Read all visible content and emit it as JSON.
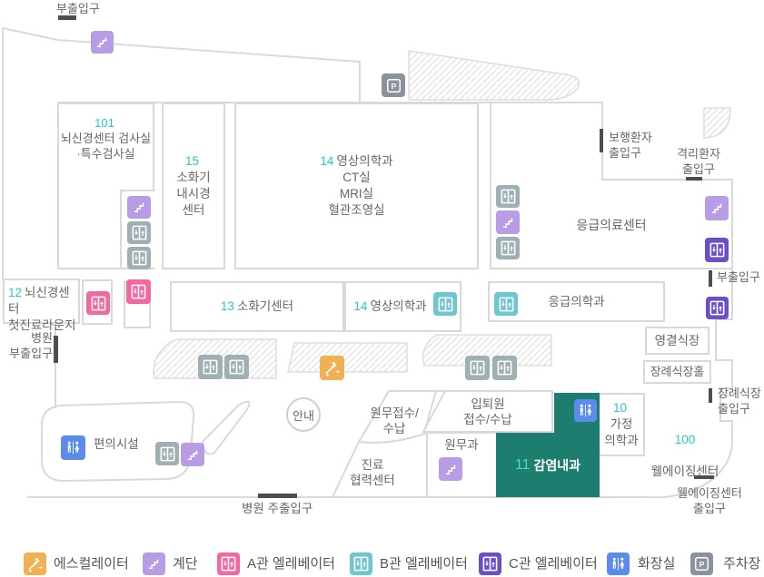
{
  "entrances": {
    "top_side": "부출입구",
    "walking_patient": "보행환자\n출입구",
    "isolation_patient": "격리환자\n출입구",
    "right_side": "부출입구",
    "hospital_side": "병원\n부출입구",
    "funeral": "장례식장\n출입구",
    "wellaging": "웰에이징센터\n출입구",
    "main": "병원 주출입구"
  },
  "rooms": {
    "r101": {
      "number": "101",
      "name": "뇌신경센터 검사실\n·특수검사실"
    },
    "r15": {
      "number": "15",
      "name": "소화기\n내시경\n센터"
    },
    "r14_main": {
      "number": "14",
      "name": "영상의학과",
      "detail": "CT실\nMRI실\n혈관조영실"
    },
    "emergency_center": {
      "name": "응급의료센터"
    },
    "r12": {
      "number": "12",
      "name": "뇌신경센터\n첫진료라운지"
    },
    "r13": {
      "number": "13",
      "name": "소화기센터"
    },
    "r14_small": {
      "number": "14",
      "name": "영상의학과"
    },
    "emergency_dept": {
      "name": "응급의학과"
    },
    "memorial": {
      "name": "영결식장"
    },
    "funeral_hall": {
      "name": "장례식장홀"
    },
    "r10": {
      "number": "10",
      "name": "가정\n의학과"
    },
    "r100": {
      "number": "100",
      "name": "웰에이징센터"
    },
    "r11": {
      "number": "11",
      "name": "감염내과"
    },
    "convenience": {
      "name": "편의시설"
    },
    "info": {
      "name": "안내"
    },
    "admin_reception": {
      "name": "원무접수/\n수납"
    },
    "admission": {
      "name": "입퇴원\n접수/수납"
    },
    "admin_office": {
      "name": "원무과"
    },
    "cooperation": {
      "name": "진료\n협력센터"
    }
  },
  "legend": [
    {
      "icon": "escalator",
      "label": "에스컬레이터"
    },
    {
      "icon": "stairs",
      "label": "계단"
    },
    {
      "icon": "elevator",
      "label": "A관 엘레베이터"
    },
    {
      "icon": "elevator",
      "label": "B관 엘레베이터"
    },
    {
      "icon": "elevator",
      "label": "C관 엘레베이터"
    },
    {
      "icon": "restroom",
      "label": "화장실"
    },
    {
      "icon": "parking",
      "label": "주차장"
    }
  ],
  "colors": {
    "escalator": "#f0b054",
    "stairs": "#b89ce6",
    "elevator_a": "#f4679f",
    "elevator_b": "#6fc6cf",
    "elevator_c": "#6b4fc8",
    "elevator_gray": "#9fb0b5",
    "restroom": "#5c8ceb",
    "parking": "#8b929e",
    "room_number": "#25c9c9",
    "highlight_number": "#3fe0cb",
    "highlight_room": "#1d7d6f",
    "outline": "#d9d9d9",
    "text": "#666666",
    "entrance_mark": "#4d4d4d"
  }
}
